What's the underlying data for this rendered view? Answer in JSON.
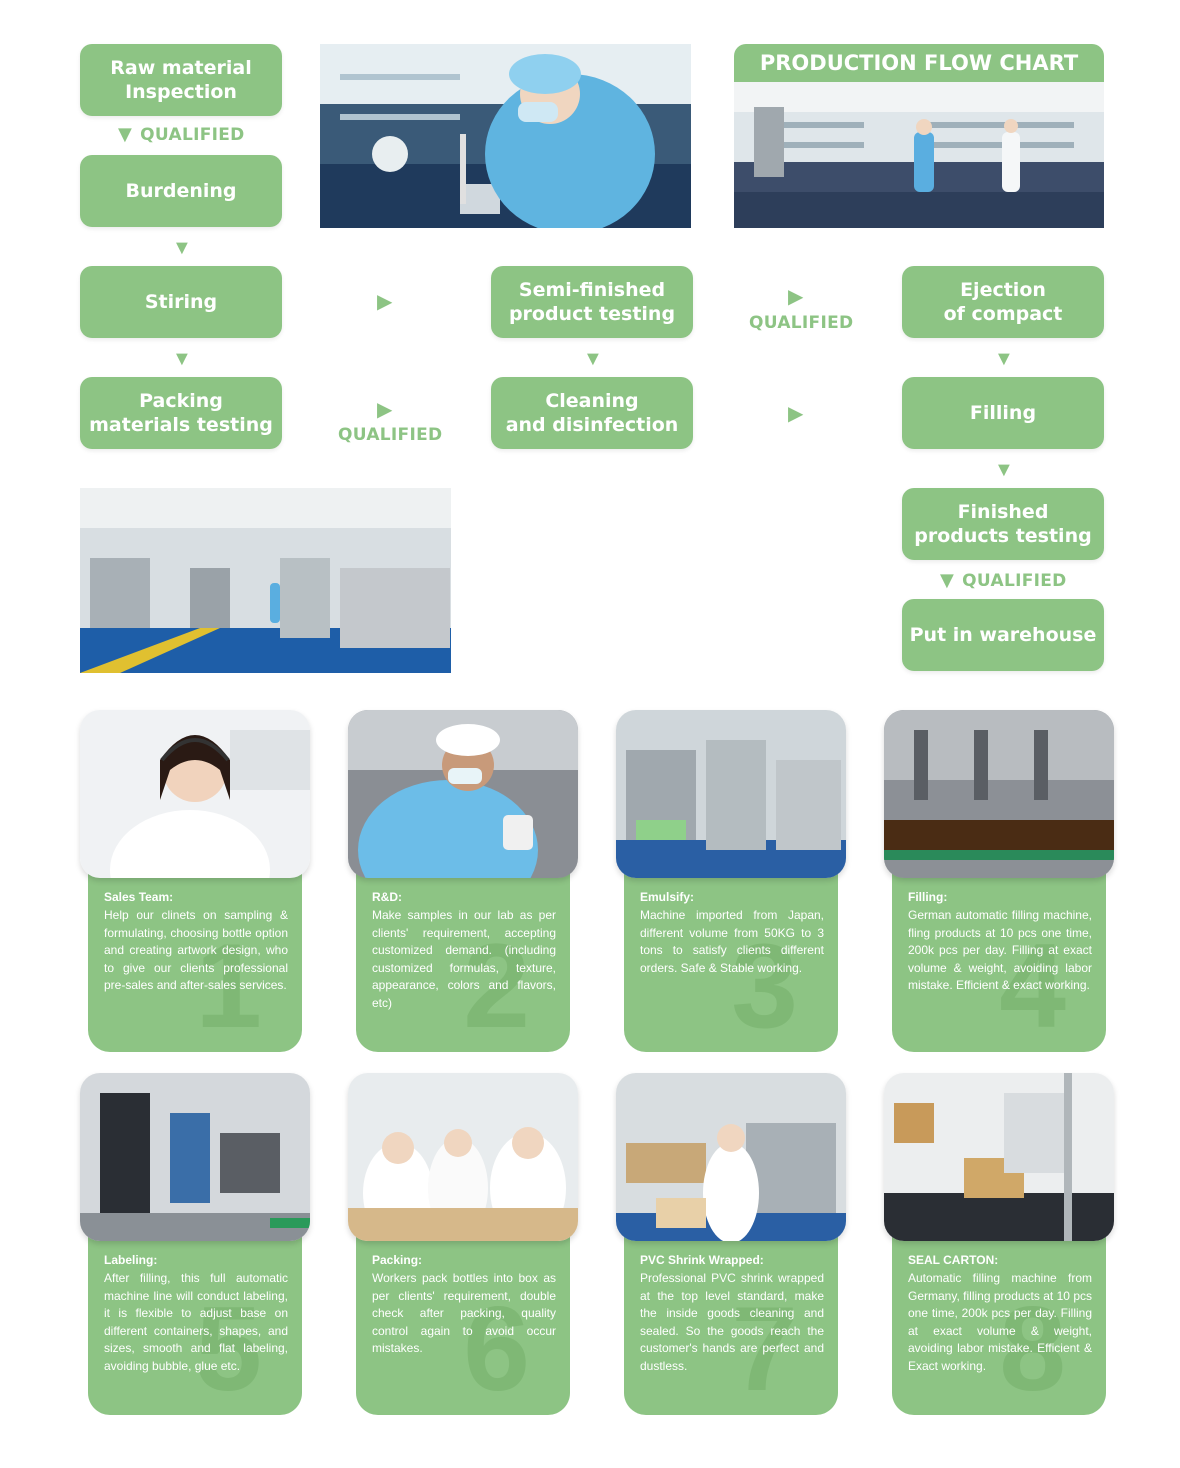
{
  "flow": {
    "header": "PRODUCTION FLOW CHART",
    "steps": {
      "raw_material": "Raw material\nInspection",
      "burdening": "Burdening",
      "stiring": "Stiring",
      "packing_materials": "Packing\nmaterials testing",
      "semi_finished": "Semi-finished\nproduct testing",
      "cleaning": "Cleaning\nand disinfection",
      "ejection": "Ejection\nof compact",
      "filling": "Filling",
      "finished": "Finished\nproducts testing",
      "warehouse": "Put in warehouse"
    },
    "qualified": "QUALIFIED"
  },
  "cards": [
    {
      "title": "Sales Team:",
      "number": "1",
      "text": "Help our clinets on sampling & formulating, choosing bottle option and creating artwork design, who to give our clients professional pre-sales and after-sales services."
    },
    {
      "title": "R&D:",
      "number": "2",
      "text": "Make samples in our lab as per clients' requirement, accepting customized demand. (including customized formulas, texture, appearance, colors and flavors, etc)"
    },
    {
      "title": "Emulsify:",
      "number": "3",
      "text": "Machine imported from Japan, different volume from 50KG to 3 tons to satisfy clients different orders. Safe & Stable working."
    },
    {
      "title": "Filling:",
      "number": "4",
      "text": "German automatic filling machine, fling products at 10 pcs one time, 200k pcs per day. Filling at exact volume & weight, avoiding labor mistake.  Efficient & exact working."
    },
    {
      "title": "Labeling:",
      "number": "5",
      "text": "After filling, this full automatic machine line will conduct labeling, it is flexible to adjust base on different containers, shapes, and sizes, smooth and flat labeling, avoiding bubble, glue etc."
    },
    {
      "title": "Packing:",
      "number": "6",
      "text": "Workers pack bottles into box as per clients' requirement, double check after packing, quality control again to avoid occur mistakes."
    },
    {
      "title": "PVC Shrink Wrapped:",
      "number": "7",
      "text": "Professional PVC shrink wrapped at the top level standard, make the inside goods cleaning and sealed. So the goods reach the customer's hands are perfect and dustless."
    },
    {
      "title": "SEAL CARTON:",
      "number": "8",
      "text": "Automatic filling machine from Germany, filling products at 10 pcs one time, 200k pcs per day. Filling at exact volume & weight, avoiding labor mistake.  Efficient & Exact working."
    }
  ]
}
